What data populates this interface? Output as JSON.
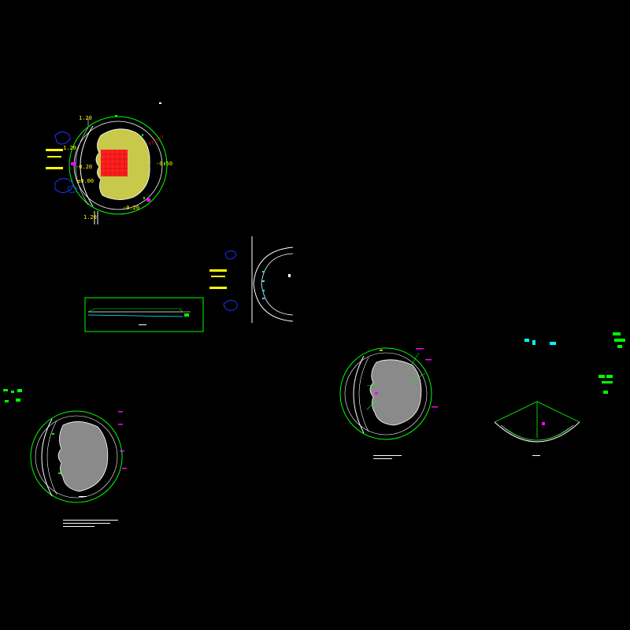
{
  "drawing": {
    "background": "#000000",
    "colors": {
      "green": "#00ff00",
      "white": "#ffffff",
      "yellow": "#ffff00",
      "red": "#ff0000",
      "blue": "#0000ff",
      "magenta": "#ff00ff",
      "cyan": "#00ffff",
      "pool_fill": "#c8c84a",
      "grid_fill": "#8a8a8a"
    }
  },
  "plan_top_left": {
    "dim_top": "1.20",
    "dim_left": "1.20",
    "dim_bottom": "1.20",
    "elev_right": "-0.50",
    "elev_bottom": "-0.20",
    "elev_left": "±0.00",
    "elev_left2": "-0.20",
    "red_note": "??????"
  },
  "section_middle": {
    "label_1": "??.??",
    "label_2": "??.??",
    "label_3": "??.??"
  }
}
